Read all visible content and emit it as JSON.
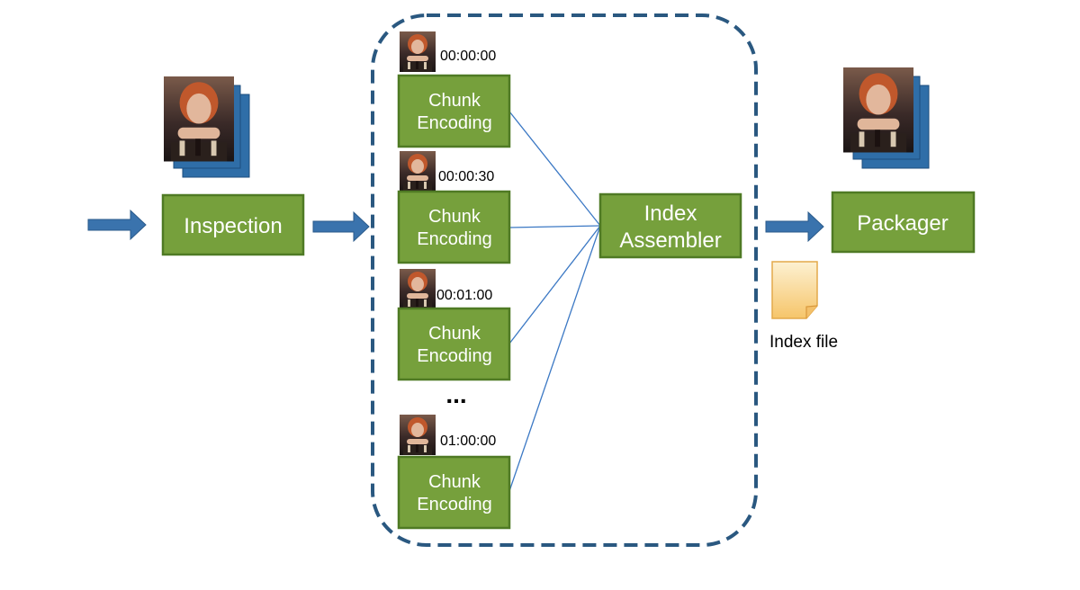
{
  "stages": {
    "inspection": "Inspection",
    "index_assembler": [
      "Index",
      "Assembler"
    ],
    "packager": "Packager"
  },
  "chunks": [
    {
      "timestamp": "00:00:00",
      "label": [
        "Chunk",
        "Encoding"
      ]
    },
    {
      "timestamp": "00:00:30",
      "label": [
        "Chunk",
        "Encoding"
      ]
    },
    {
      "timestamp": "00:01:00",
      "label": [
        "Chunk",
        "Encoding"
      ]
    },
    {
      "timestamp": "01:00:00",
      "label": [
        "Chunk",
        "Encoding"
      ]
    }
  ],
  "ellipsis": "...",
  "index_file_label": "Index file",
  "colors": {
    "box_fill": "#76a03c",
    "box_stroke": "#4f7a24",
    "arrow": "#3a73ad",
    "dashed_border": "#2a5880",
    "connector": "#3b78c4",
    "frame_stack": "#2f6ea8",
    "note_fill": "#fbd78a"
  }
}
